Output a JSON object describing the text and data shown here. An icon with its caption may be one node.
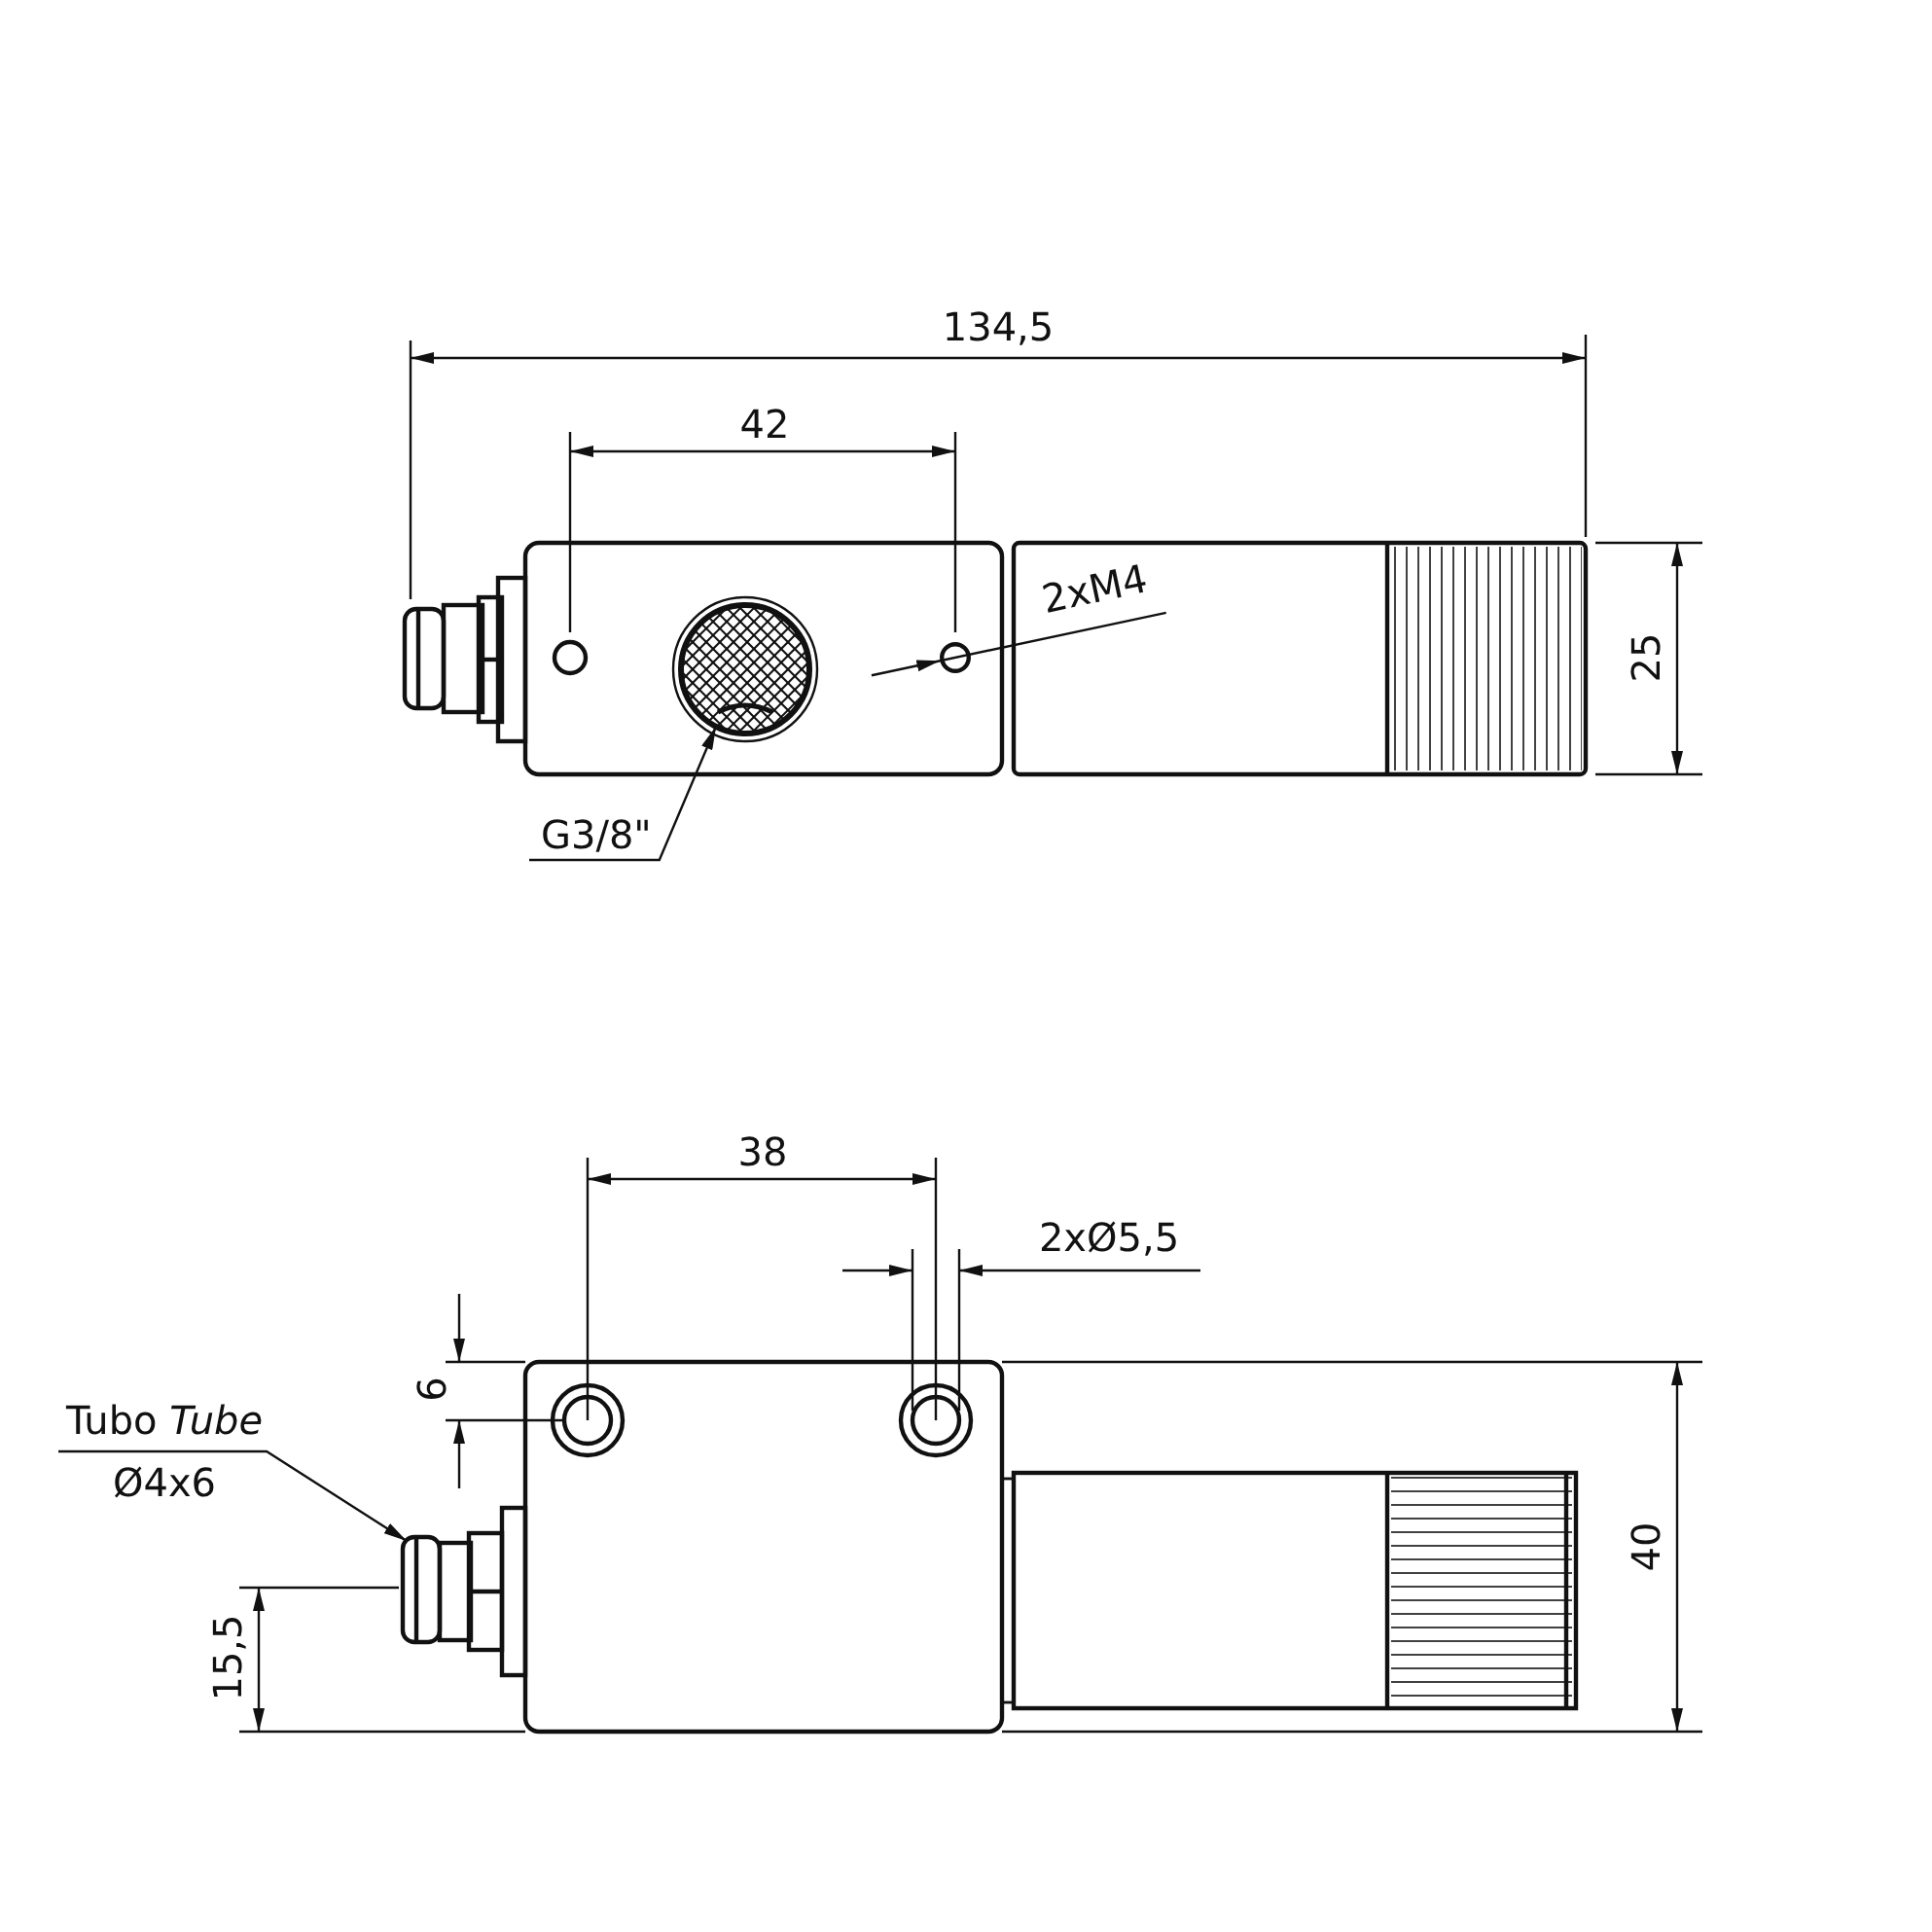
{
  "diagram": {
    "nodes": [
      {
        "text": [
          "G3/8\""
        ]
      },
      {
        "text": [],
        "shape": "circle"
      },
      {
        "text": [
          "2xM4"
        ]
      },
      {
        "text": [],
        "shape": "circle"
      },
      {
        "text": [
          "Tubo *Tube*",
          "Ø4x6"
        ]
      },
      {
        "text": [],
        "shape": "picture"
      }
    ],
    "edges": [
      {
        "from": 0,
        "to": 1,
        "arrow": "to"
      },
      {
        "from": 2,
        "to": 3,
        "arrow": "to"
      },
      {
        "from": 4,
        "to": 5,
        "arrow": "to"
      }
    ],
    "labels": [
      "134,5",
      "42",
      "25",
      "38",
      "2xØ5,5",
      "6",
      "40",
      "15,5"
    ]
  }
}
